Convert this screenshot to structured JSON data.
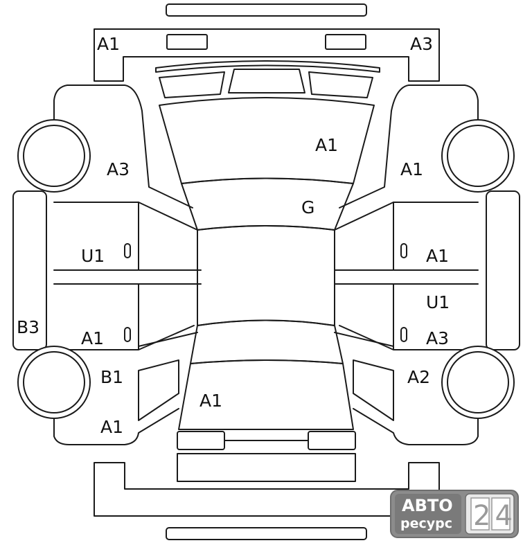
{
  "labels": {
    "front_left_corner": "A1",
    "front_right_corner": "A3",
    "hood": "A1",
    "left_front_fender": "A3",
    "right_front_fender": "A1",
    "windshield": "G",
    "left_front_door": "U1",
    "right_front_door": "A1",
    "right_rear_door_upper": "U1",
    "left_side_sill": "B3",
    "left_rear_door": "A1",
    "right_rear_door": "A3",
    "left_rear_quarter_upper": "B1",
    "right_rear_quarter": "A2",
    "trunk_lid": "A1",
    "left_rear_quarter_lower": "A1",
    "rear_bumper": "A1"
  },
  "watermark": {
    "line1": "АВТО",
    "line2": "ресурс",
    "number": "24"
  }
}
